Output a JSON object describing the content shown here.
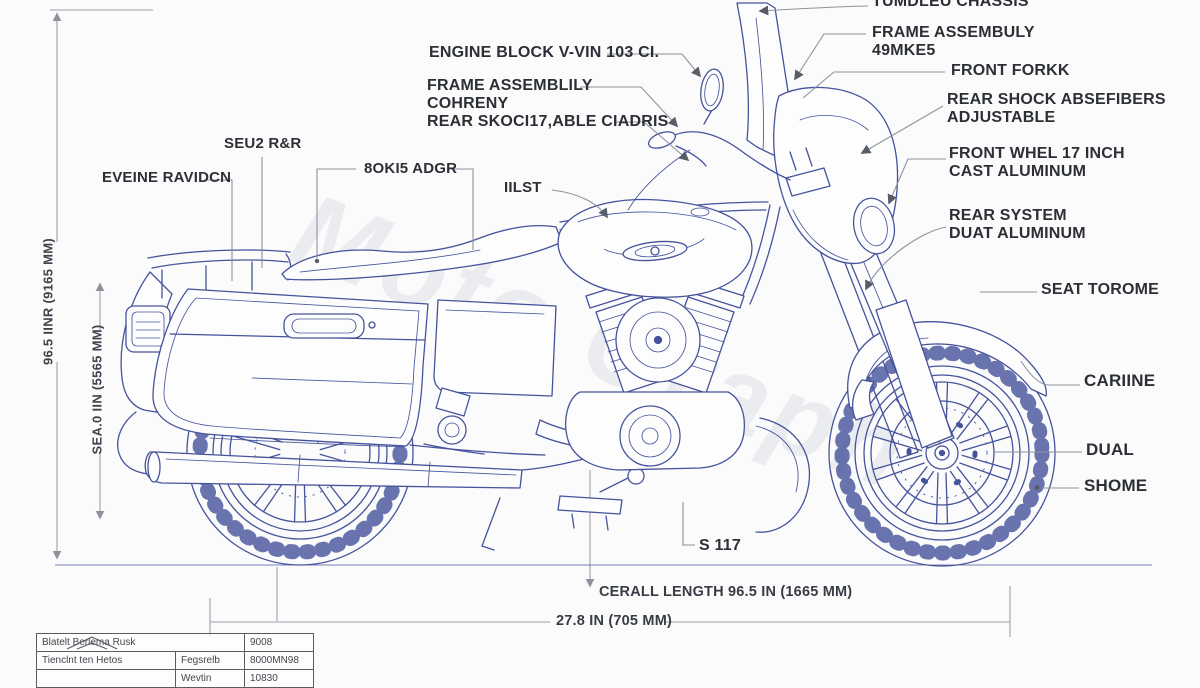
{
  "colors": {
    "blueprint_line": "#45539b",
    "label_text": "#2c3036",
    "leader_line": "#8d929c",
    "background": "#fbfbfc"
  },
  "watermark": "Moto Graph",
  "callouts": {
    "top_left_group": {
      "eveine_ravidcn": "EVEINE RAVIDCN",
      "seu2_rr": "SEU2 R&R",
      "oki5_adgr": "8OKI5 ADGR",
      "iilst": "IILST"
    },
    "top_center_group": {
      "engine_block": "ENGINE BLOCK V-VIN 103 CI.",
      "frame_assembly_cohreny": "FRAME ASSEMBLILY\nCOHRENY\nREAR SKOCI17,ABLE CIADRIS"
    },
    "right_group": {
      "tumdleu_chassis": "TUMDLEU CHASSIS",
      "frame_assembly_49mke5": "FRAME ASSEMBULY\n49MKE5",
      "front_forkk": "FRONT FORKK",
      "rear_shock": "REAR SHOCK ABSEFIBERS\nADJUSTABLE",
      "front_wheel": "FRONT WHEL 17 INCH\nCAST ALUMINUM",
      "rear_system": "REAR SYSTEM\nDUAT ALUMINUM",
      "seat_torome": "SEAT TOROME",
      "cariine": "CARIINE",
      "dual": "DUAL",
      "shome": "SHOME"
    },
    "bottom_group": {
      "s_117": "S 117"
    }
  },
  "dimensions": {
    "height_outer": "96.5 IINR (9165 MM)",
    "height_inner": "SEA.0 IIN (5565 MM)",
    "overall_length": "CERALL LENGTH 96.5 IN (1665 MM)",
    "length_bottom": "27.8 IN (705 MM)"
  },
  "spec_table": {
    "r1c1": "Blatelt Berlema Rusk",
    "r1c3": "9008",
    "r2c1": "Tienclnt ten Hetos",
    "r2c2": "Fegsrelb",
    "r2c3": "8000MN98",
    "r3c2": "Wevtin",
    "r3c3": "10830"
  }
}
